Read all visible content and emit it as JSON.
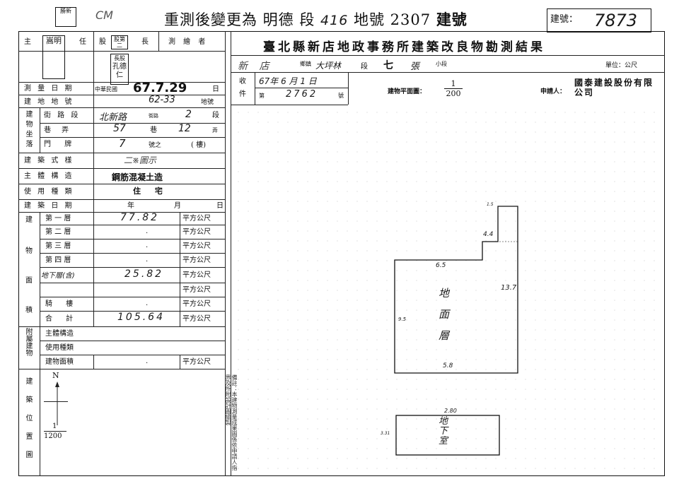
{
  "header": {
    "corner_stamp": "勝新",
    "mark": "CM",
    "title_prefix": "重測後變更為 明德 段",
    "title_hand_number": "416",
    "title_middle": "地號 2307",
    "title_suffix": "建號",
    "build_no_label": "建號：",
    "build_no_value": "7873"
  },
  "left_top": {
    "zhu_label": "主",
    "ren_label": "任",
    "section_chief_label": "股",
    "section_chief_stamp": "股第二",
    "chang_label": "長",
    "surveyor_label": "測 繪 者",
    "chief_stamp_title": "長股",
    "chief_name": "孔德仁",
    "left_seal_name": "嵩明"
  },
  "form_title": "臺北縣新店地政事務所建築改良物勘測結果",
  "location_row": {
    "town": "新 店",
    "town_suffix": "鄉鎮",
    "village": "大坪林",
    "section_label": "段",
    "section_value": "七",
    "subsection": "張",
    "subsection_suffix": "小段",
    "unit": "單位：公尺"
  },
  "receipt": {
    "label1": "收",
    "label2": "件",
    "date": "67年 6 月 1 日",
    "no_prefix": "第",
    "no_value": "2762",
    "no_suffix": "號"
  },
  "plan_scale_label": "建物平面圖：",
  "plan_scale_num": "1",
  "plan_scale_den": "200",
  "applicant_label": "申請人：",
  "applicant_name": "國泰建設股份有限公司",
  "rows": {
    "survey_date_label": "測 量 日 期",
    "survey_date_prefix": "中華民國",
    "survey_date_value": "67.7.29",
    "survey_date_suffix": "日",
    "land_no_label": "建 地 地 號",
    "land_no_value": "62-33",
    "land_no_suffix": "地號",
    "bldg_loc_label": "建物坐落",
    "street_label": "街 路 段",
    "street_value": "北新路",
    "street_mid": "街路",
    "street_sec": "2",
    "street_suffix": "段",
    "lane_label": "巷 弄",
    "lane_value": "57",
    "lane_mid": "巷",
    "lane_alley": "12",
    "lane_suffix": "弄",
    "door_label": "門 牌",
    "door_value": "7",
    "door_mid": "號之",
    "door_floor": "",
    "door_suffix": "( 樓)",
    "style_label": "建 築 式 樣",
    "style_value": "二※圖示",
    "structure_label": "主 體 構 造",
    "structure_value": "鋼筋混凝土造",
    "usage_label": "使 用 種 類",
    "usage_value": "住 宅",
    "build_date_label": "建 築 日 期",
    "build_date_y": "年",
    "build_date_m": "月",
    "build_date_d": "日"
  },
  "area_section": {
    "side_label_1": "建",
    "side_label_2": "物",
    "side_label_3": "面",
    "side_label_4": "積",
    "unit": "平方公尺",
    "floors": [
      {
        "label": "第 一 層",
        "value": "77.82"
      },
      {
        "label": "第 二 層",
        "value": "."
      },
      {
        "label": "第 三 層",
        "value": "."
      },
      {
        "label": "第 四 層",
        "value": "."
      },
      {
        "label": "地下層(含)",
        "value": "25.82"
      },
      {
        "label": "",
        "value": ""
      },
      {
        "label": "騎 樓",
        "value": "."
      },
      {
        "label": "合 計",
        "value": "105.64"
      }
    ]
  },
  "annex": {
    "side_label": "附屬建物",
    "structure_label": "主體構造",
    "usage_label": "使用種類",
    "area_label": "建物面積",
    "area_value": ".",
    "area_unit": "平方公尺"
  },
  "location_map": {
    "side_label": "建築位置圖",
    "north": "N",
    "scale_num": "1",
    "scale_den": "1200",
    "side_note": "備註：本建物測量成果圖係依申請人指界及所附設計圖繪製"
  },
  "plan": {
    "ground_label": "地面層",
    "dim_top": "1.5",
    "dim_notch": "4.4",
    "dim_width": "6.5",
    "dim_right": "13.7",
    "dim_left": "9.5",
    "dim_bottom": "5.8",
    "basement_dim_top": "2.80",
    "basement_dim_left": "3.31",
    "basement_label": "地下室"
  }
}
